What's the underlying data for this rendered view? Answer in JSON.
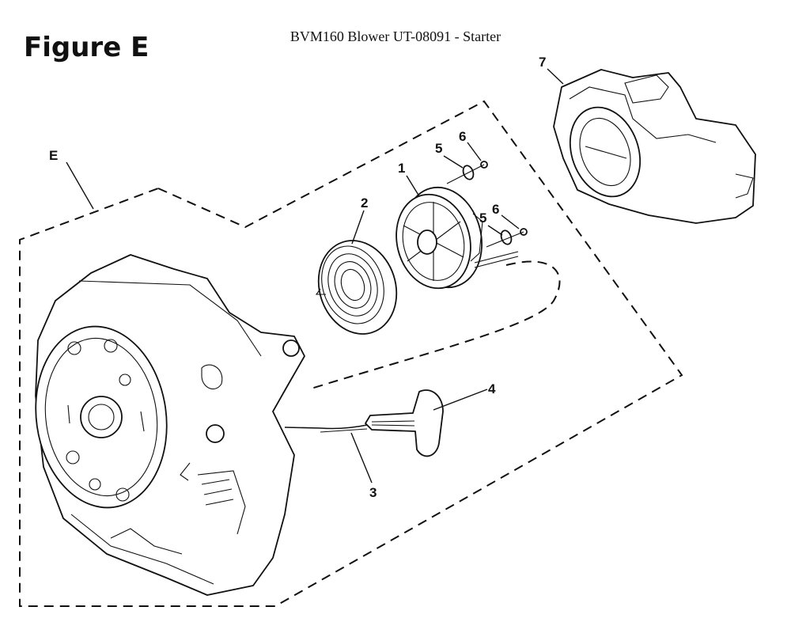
{
  "figure_label": "Figure E",
  "title": "BVM160 Blower UT-08091 - Starter",
  "callouts": {
    "assembly": "E",
    "part_1": "1",
    "part_2": "2",
    "part_3": "3",
    "part_4": "4",
    "part_5a": "5",
    "part_5b": "5",
    "part_6a": "6",
    "part_6b": "6",
    "part_7": "7"
  }
}
